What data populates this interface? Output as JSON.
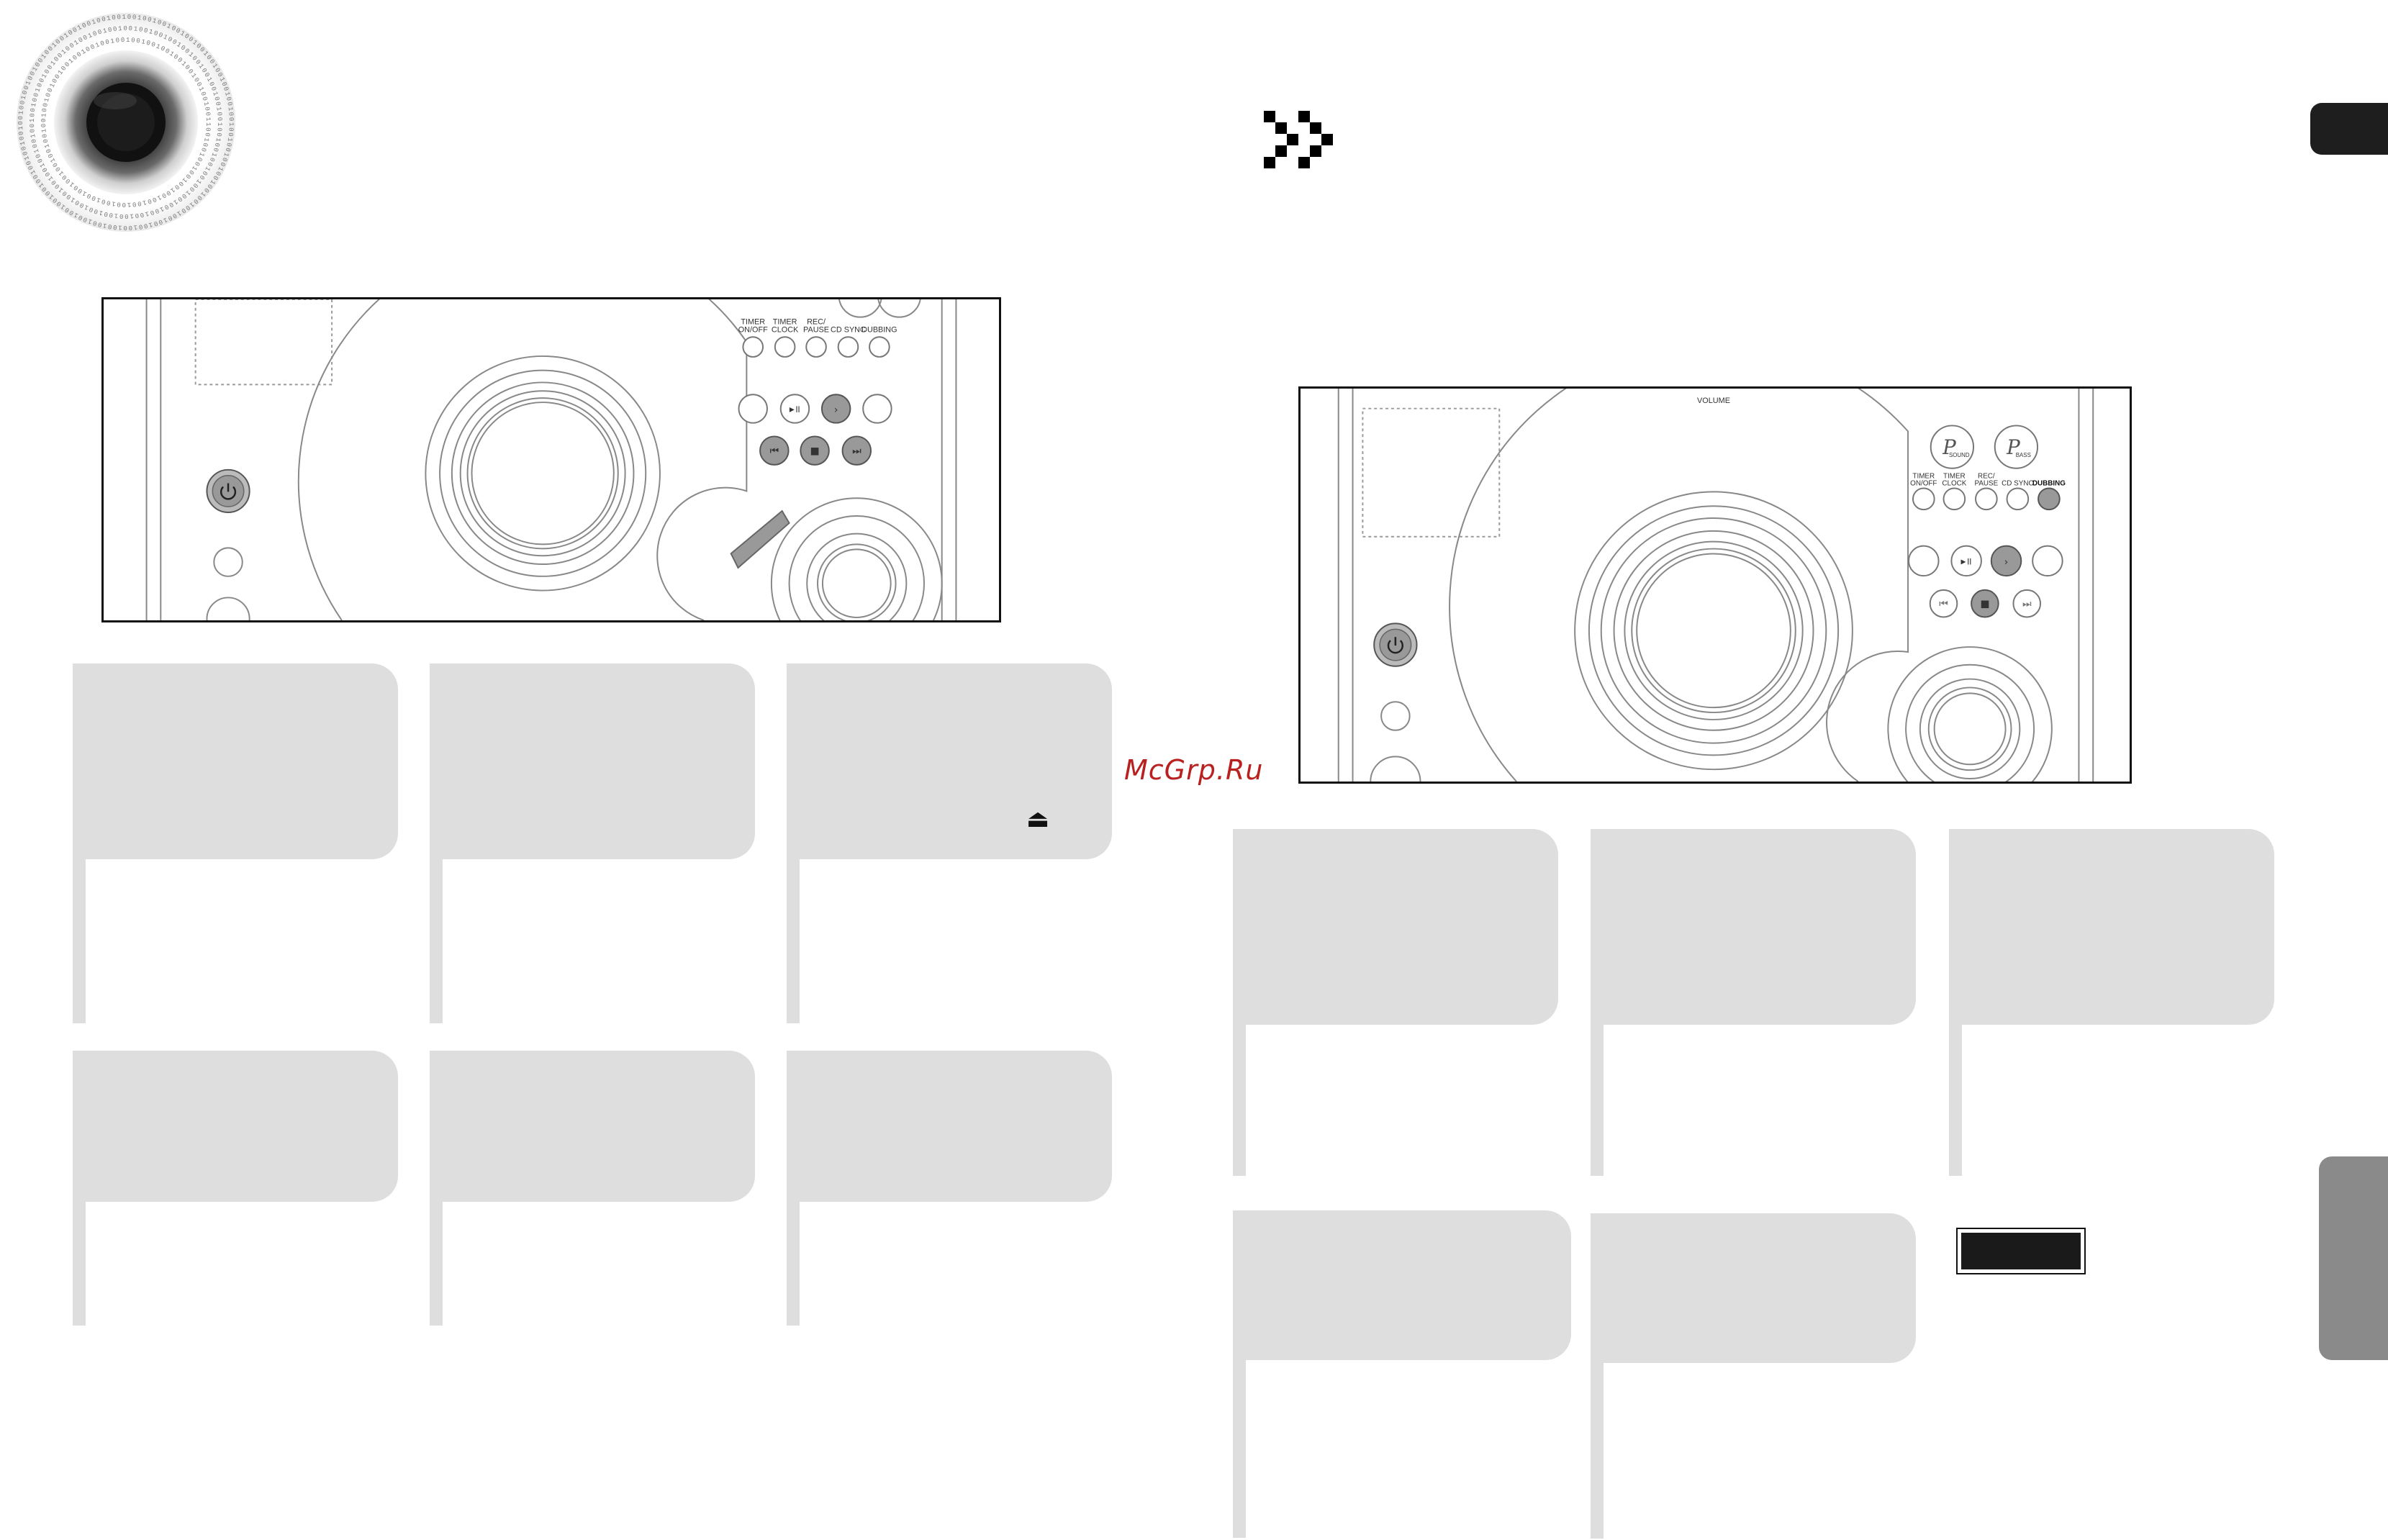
{
  "watermark": "McGrp.Ru",
  "icons": {
    "speaker": "speaker-icon",
    "chevrons": "double-chevron-icon",
    "eject": "eject-icon",
    "power": "power-icon"
  },
  "panel_left": {
    "buttons_row1": [
      "TIMER ON/OFF",
      "TIMER CLOCK",
      "REC/ PAUSE",
      "CD SYNC",
      "DUBBING"
    ]
  },
  "panel_right": {
    "volume_label": "VOLUME",
    "p_buttons": [
      {
        "letter": "P",
        "sub": "SOUND"
      },
      {
        "letter": "P",
        "sub": "BASS"
      }
    ],
    "buttons_row1": [
      "TIMER ON/OFF",
      "TIMER CLOCK",
      "REC/ PAUSE",
      "CD SYNC",
      "DUBBING"
    ]
  },
  "colors": {
    "flag": "#dedede",
    "tab_dark": "#1e1e1e",
    "tab_grey": "#8a8a8a",
    "watermark": "#b8211f"
  }
}
